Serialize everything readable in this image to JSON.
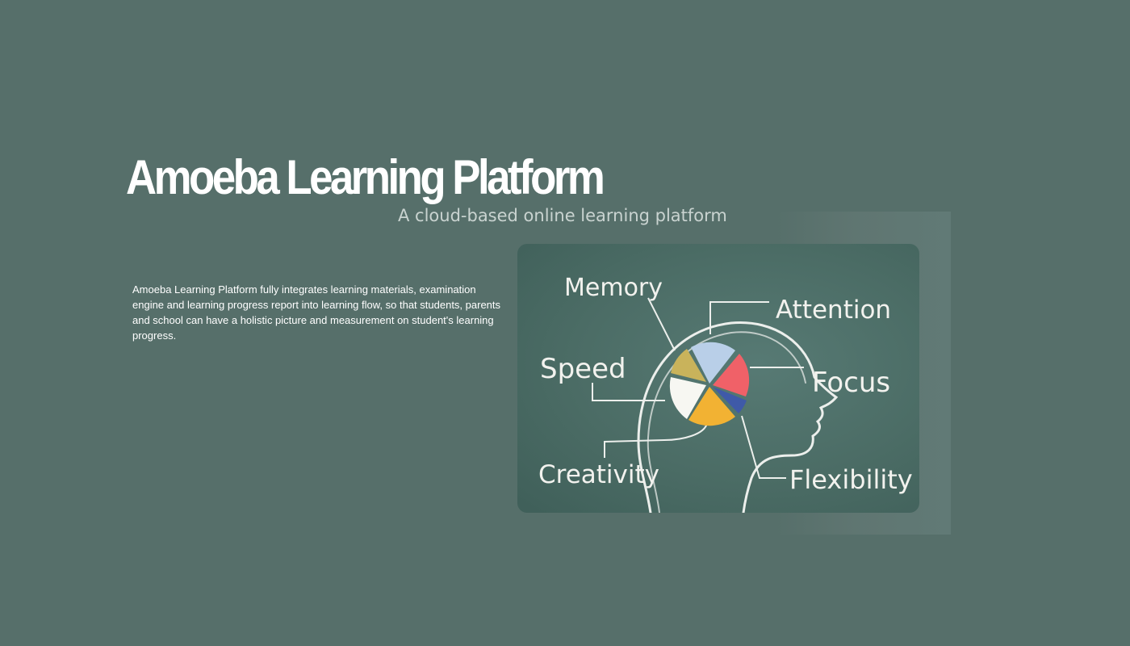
{
  "hero": {
    "title": "Amoeba Learning Platform",
    "subtitle": "A cloud-based online learning platform",
    "description": "Amoeba Learning Platform fully integrates learning materials, examination engine and learning progress report into learning flow, so that students, parents and school can have a holistic picture and measurement on student's learning progress."
  },
  "illustration": {
    "labels": {
      "memory": "Memory",
      "attention": "Attention",
      "speed": "Speed",
      "focus": "Focus",
      "creativity": "Creativity",
      "flexibility": "Flexibility"
    },
    "pie_colors": [
      "#b9cfe8",
      "#f06168",
      "#3f5aa8",
      "#f2b233",
      "#f7f7f2",
      "#c9b35b"
    ]
  }
}
